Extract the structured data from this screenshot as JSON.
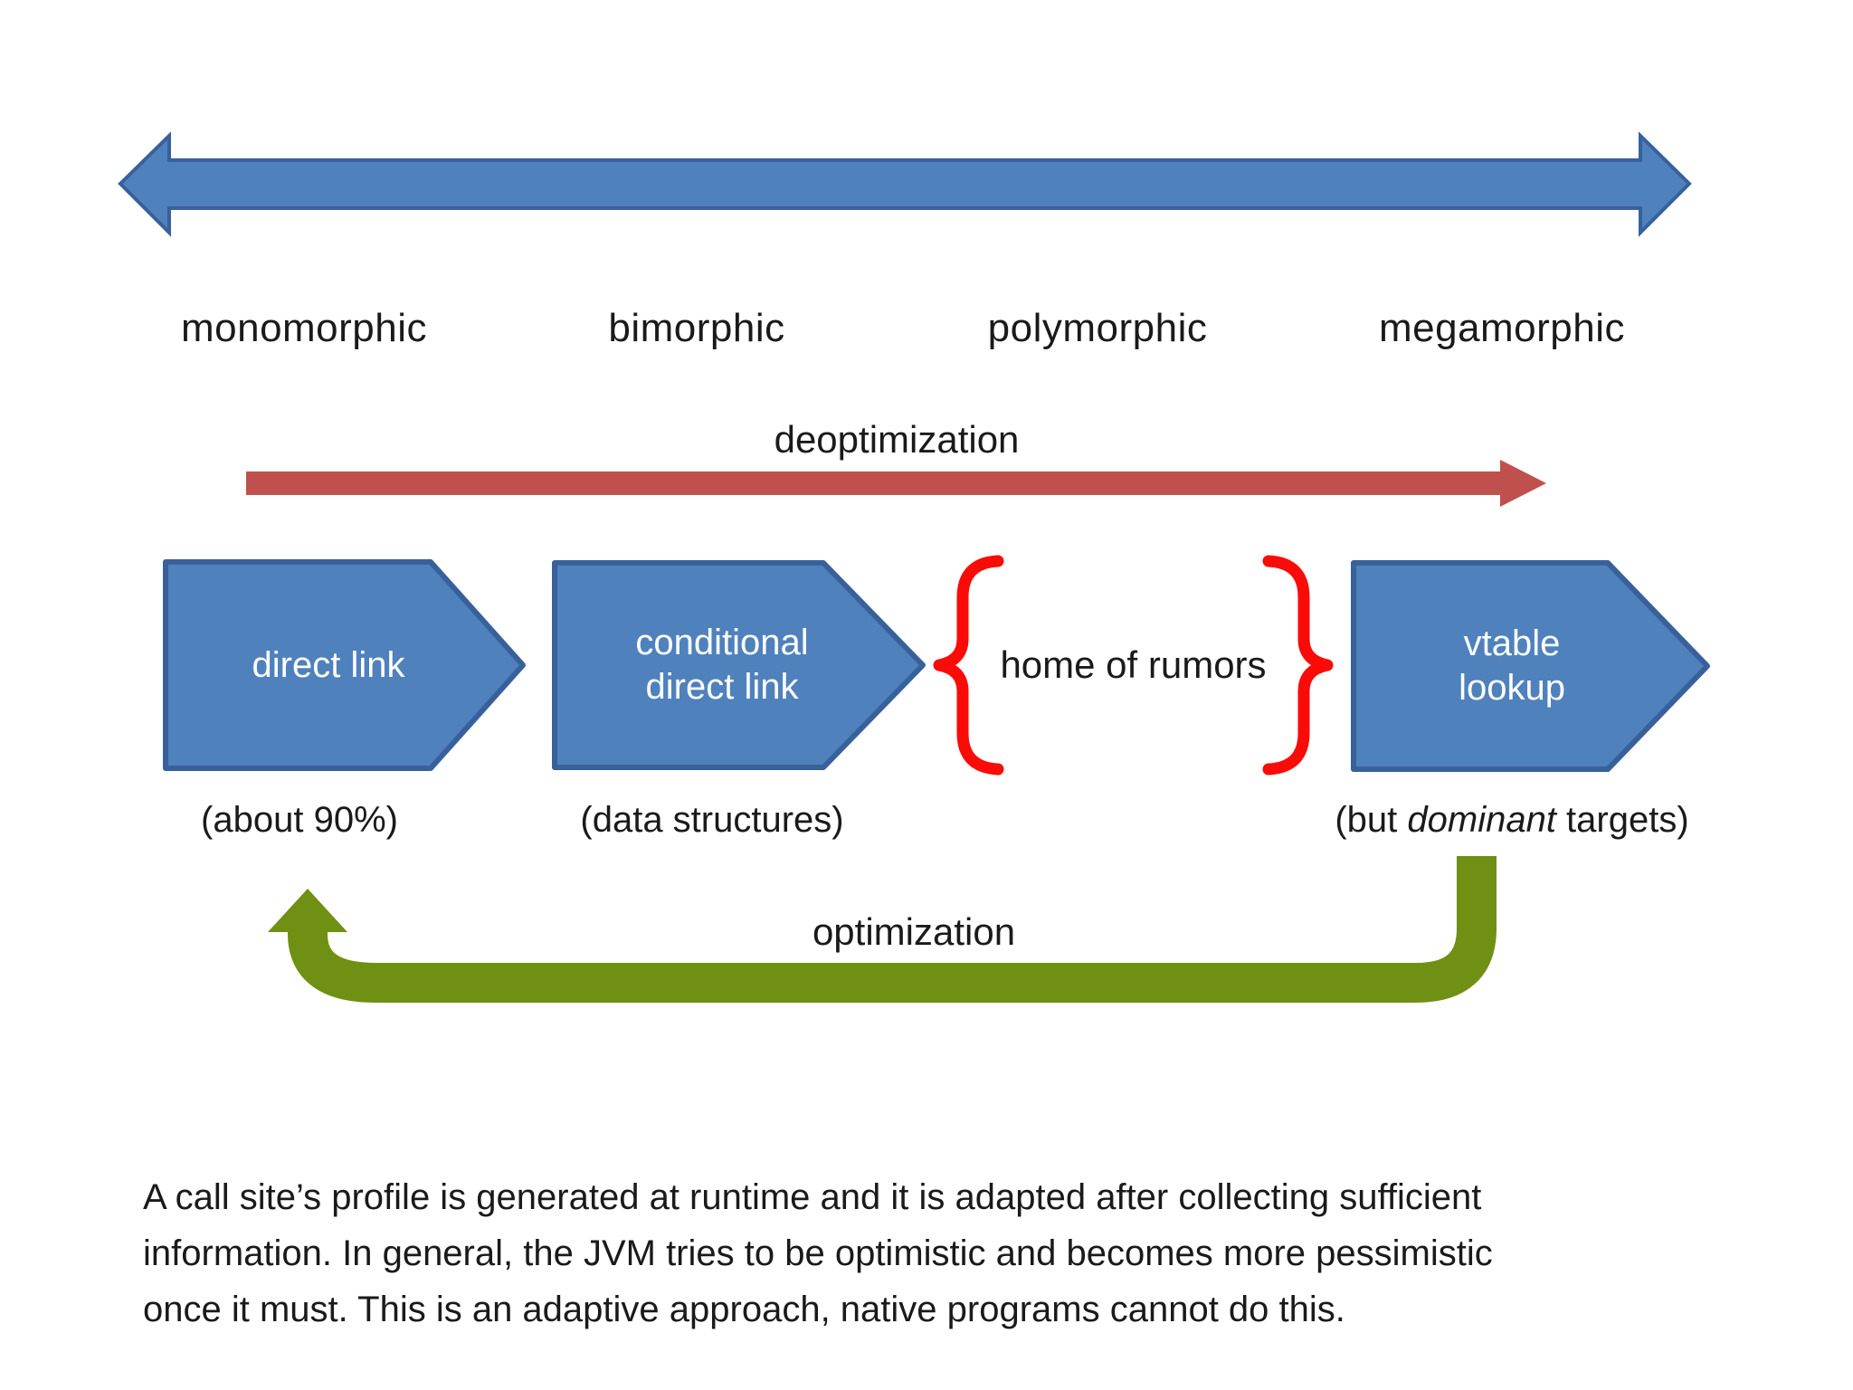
{
  "colors": {
    "shape-blue": "#4F81BD",
    "shape-blue-border": "#38619C",
    "deopt-red": "#C0504D",
    "brace-red": "#FB0B07",
    "opt-green": "#6F9013",
    "text": "#1A1A1A"
  },
  "spectrum": {
    "labels": [
      "monomorphic",
      "bimorphic",
      "polymorphic",
      "megamorphic"
    ]
  },
  "deoptimization": {
    "label": "deoptimization"
  },
  "optimization": {
    "label": "optimization"
  },
  "stages": {
    "direct_link": {
      "label": "direct link",
      "sublabel": "(about 90%)"
    },
    "conditional": {
      "line1": "conditional",
      "line2": "direct link",
      "sublabel": "(data structures)"
    },
    "rumors": {
      "label": "home of rumors"
    },
    "vtable": {
      "line1": "vtable",
      "line2": "lookup",
      "sublabel_prefix": "(but ",
      "sublabel_italic": "dominant",
      "sublabel_suffix": " targets)"
    }
  },
  "paragraph": {
    "lines": [
      "A call site’s profile is generated at runtime and it is adapted after collecting sufficient",
      "information. In general, the JVM tries to be optimistic and becomes more pessimistic",
      "once it must. This is an adaptive approach, native programs cannot do this."
    ]
  }
}
